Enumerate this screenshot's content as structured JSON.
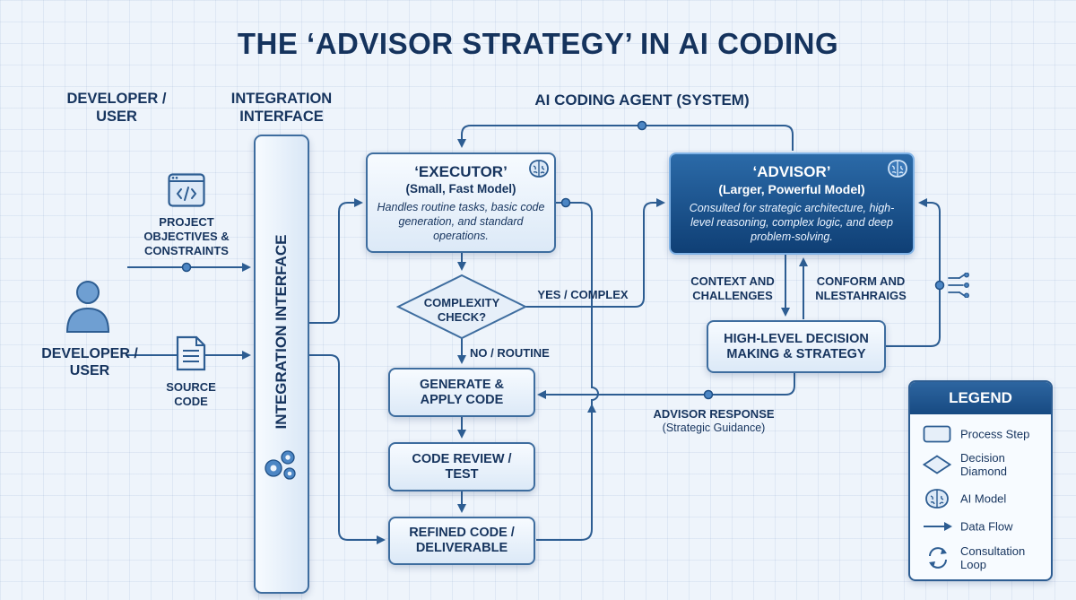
{
  "title": "THE ‘ADVISOR STRATEGY’ IN AI CODING",
  "columns": {
    "developer": "DEVELOPER / USER",
    "interface": "INTEGRATION INTERFACE",
    "agent": "AI CODING AGENT (SYSTEM)"
  },
  "developer": {
    "label": "DEVELOPER / USER",
    "objectives": "PROJECT OBJECTIVES & CONSTRAINTS",
    "source": "SOURCE CODE"
  },
  "interface": {
    "rail_label": "INTEGRATION INTERFACE"
  },
  "executor": {
    "title": "‘EXECUTOR’",
    "subtitle": "(Small, Fast Model)",
    "desc": "Handles routine tasks, basic code generation, and standard operations."
  },
  "decision": {
    "label": "COMPLEXITY CHECK?",
    "yes": "YES / COMPLEX",
    "no": "NO / ROUTINE"
  },
  "steps": {
    "generate": "GENERATE & APPLY CODE",
    "review": "CODE REVIEW / TEST",
    "refined": "REFINED CODE / DELIVERABLE"
  },
  "advisor": {
    "title": "‘ADVISOR’",
    "subtitle": "(Larger, Powerful Model)",
    "desc": "Consulted for strategic architecture, high-level reasoning, complex logic, and deep problem-solving."
  },
  "flows": {
    "context": "CONTEXT AND CHALLENGES",
    "conform": "CONFORM AND NLESTAHRAIGS",
    "response": "ADVISOR RESPONSE",
    "response_sub": "(Strategic Guidance)"
  },
  "highlevel": "HIGH-LEVEL DECISION MAKING & STRATEGY",
  "legend": {
    "title": "LEGEND",
    "items": [
      "Process Step",
      "Decision Diamond",
      "AI Model",
      "Data Flow",
      "Consultation Loop"
    ]
  },
  "icons": [
    "code-window-icon",
    "user-icon",
    "document-icon",
    "gears-icon",
    "brain-icon",
    "circuit-chip-icon",
    "cycle-icon"
  ],
  "colors": {
    "navy": "#16345e",
    "line": "#2d5d92",
    "advisor": "#1a4f8a",
    "background": "#eef4fb"
  }
}
